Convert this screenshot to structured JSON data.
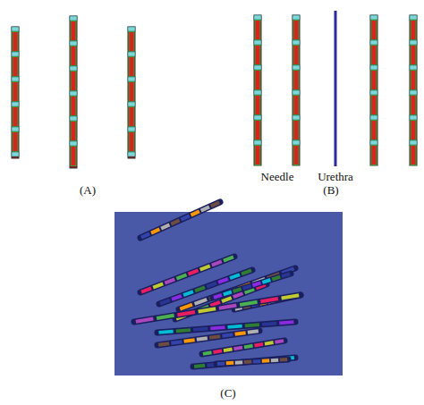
{
  "diagram": {
    "labels": [
      "Needle",
      "Urethra",
      "(A)",
      "(B)",
      "(C)"
    ]
  }
}
